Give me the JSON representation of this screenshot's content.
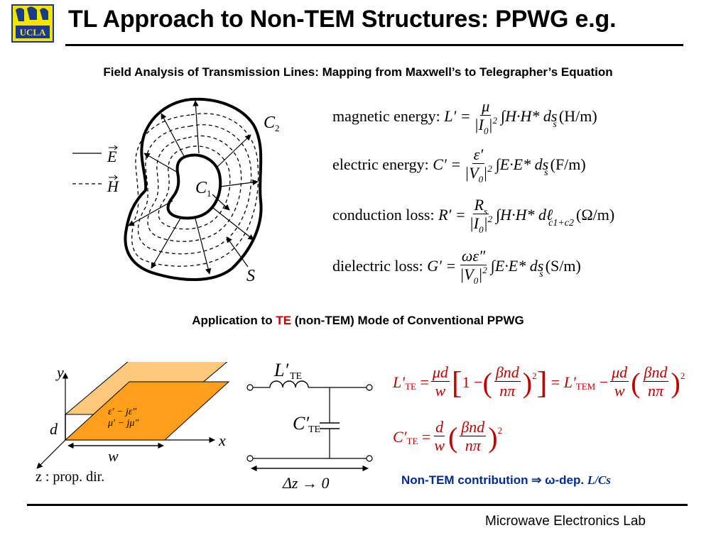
{
  "header": {
    "title": "TL Approach to Non-TEM Structures: PPWG e.g.",
    "logo_text": "UCLA"
  },
  "section1": {
    "title": "Field Analysis of Transmission Lines: Mapping from Maxwell’s to Telegrapher’s Equation"
  },
  "diagram1": {
    "legend_e": "E",
    "legend_h": "H",
    "label_c2": "C",
    "label_c2_sub": "2",
    "label_c1": "C",
    "label_c1_sub": "1",
    "label_s": "S"
  },
  "equations": {
    "magnetic": {
      "label": "magnetic energy:",
      "lhs": "L′ =",
      "num": "μ",
      "den_base": "|I",
      "den_sub": "0",
      "den_sup": "2",
      "integrand": "∫H·H* ds",
      "int_sub": "s",
      "unit": "(H/m)"
    },
    "electric": {
      "label": "electric energy:",
      "lhs": "C′ =",
      "num": "ε′",
      "den_base": "|V",
      "den_sub": "0",
      "den_sup": "2",
      "integrand": "∫E·E* ds",
      "int_sub": "s",
      "unit": "(F/m)"
    },
    "conduction": {
      "label": "conduction loss:",
      "lhs": "R′ =",
      "num": "R",
      "num_sub": "s",
      "den_base": "|I",
      "den_sub": "0",
      "den_sup": "2",
      "integrand": "∫H·H* dℓ",
      "int_sub": "c1+c2",
      "unit": "(Ω/m)"
    },
    "dielectric": {
      "label": "dielectric loss:",
      "lhs": "G′ =",
      "num": "ωε″",
      "den_base": "|V",
      "den_sub": "0",
      "den_sup": "2",
      "integrand": "∫E·E* ds",
      "int_sub": "s",
      "unit": "(S/m)"
    }
  },
  "section2": {
    "title_before": "Application to ",
    "title_highlight": "TE",
    "title_after": " (non-TEM) Mode of Conventional PPWG",
    "highlight_color": "#c00000"
  },
  "ppwg": {
    "axis_y": "y",
    "axis_x": "x",
    "label_d": "d",
    "label_w": "w",
    "label_z": "z :  prop. dir.",
    "medium_line1": "ε′ − jε″",
    "medium_line2": "μ′ − jμ″",
    "plate_top_color": "#ffc87a",
    "plate_bottom_color": "#ff9f1a"
  },
  "circuit": {
    "inductor_label": "L′",
    "inductor_sub": "TE",
    "capacitor_label": "C′",
    "capacitor_sub": "TE",
    "length_label": "Δz → 0"
  },
  "te_equations": {
    "l_lhs": "L′",
    "l_lhs_sub": "TE",
    "l_rhs_tem": "L′",
    "l_rhs_tem_sub": "TEM",
    "c_lhs": "C′",
    "c_lhs_sub": "TE",
    "mu_d": "μd",
    "d": "d",
    "w": "w",
    "beta_n_d": "βnd",
    "n_pi": "nπ",
    "one": "1",
    "exp": "2",
    "color": "#c00000"
  },
  "note": {
    "text": "Non-TEM contribution  ⇒  ω-dep. ",
    "tail": "L/Cs",
    "color": "#002a8f"
  },
  "footer": {
    "text": "Microwave Electronics Lab"
  }
}
